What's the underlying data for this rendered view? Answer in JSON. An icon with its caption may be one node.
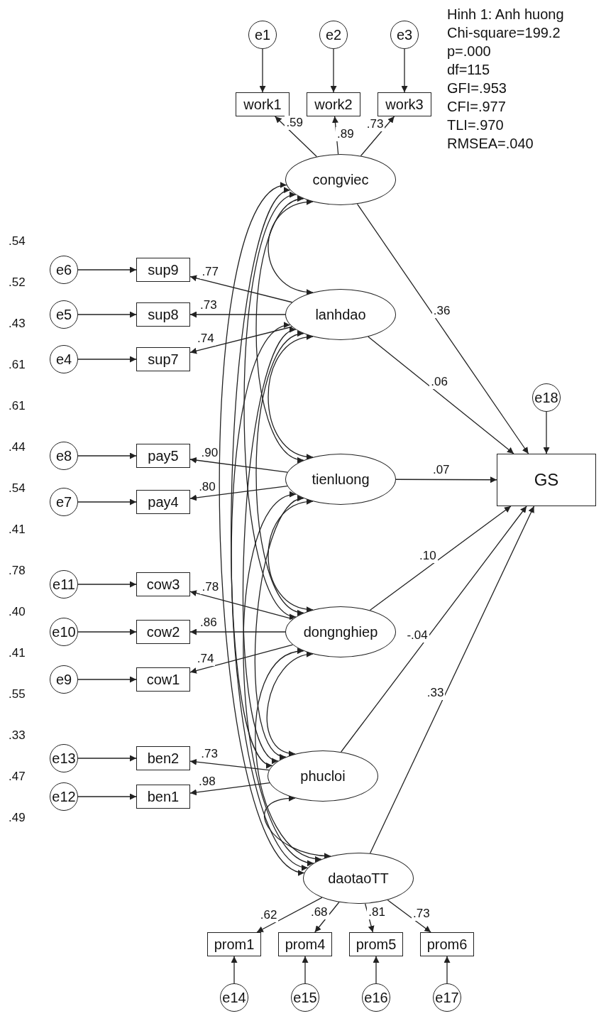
{
  "diagram": {
    "title": "Hinh 1: Anh huong",
    "nodes": [
      {
        "text": [
          "e1"
        ]
      },
      {
        "text": [
          "e2"
        ]
      },
      {
        "text": [
          "e3"
        ]
      },
      {
        "text": [
          "work1"
        ]
      },
      {
        "text": [
          "work2"
        ]
      },
      {
        "text": [
          "work3"
        ]
      },
      {
        "text": [
          "congviec"
        ]
      },
      {
        "text": [
          "e6"
        ]
      },
      {
        "text": [
          "sup9"
        ]
      },
      {
        "text": [
          "e5"
        ]
      },
      {
        "text": [
          "sup8"
        ]
      },
      {
        "text": [
          "e4"
        ]
      },
      {
        "text": [
          "sup7"
        ]
      },
      {
        "text": [
          "lanhdao"
        ]
      },
      {
        "text": [
          "e18"
        ]
      },
      {
        "text": [
          "e8"
        ]
      },
      {
        "text": [
          "pay5"
        ]
      },
      {
        "text": [
          "e7"
        ]
      },
      {
        "text": [
          "pay4"
        ]
      },
      {
        "text": [
          "tienluong"
        ]
      },
      {
        "text": [
          "GS"
        ]
      },
      {
        "text": [
          "e11"
        ]
      },
      {
        "text": [
          "cow3"
        ]
      },
      {
        "text": [
          "e10"
        ]
      },
      {
        "text": [
          "cow2"
        ]
      },
      {
        "text": [
          "e9"
        ]
      },
      {
        "text": [
          "cow1"
        ]
      },
      {
        "text": [
          "dongnghiep"
        ]
      },
      {
        "text": [
          "e13"
        ]
      },
      {
        "text": [
          "ben2"
        ]
      },
      {
        "text": [
          "e12"
        ]
      },
      {
        "text": [
          "ben1"
        ]
      },
      {
        "text": [
          "phucloi"
        ]
      },
      {
        "text": [
          "daotaoTT"
        ]
      },
      {
        "text": [
          "prom1"
        ]
      },
      {
        "text": [
          "prom4"
        ]
      },
      {
        "text": [
          "prom5"
        ]
      },
      {
        "text": [
          "prom6"
        ]
      },
      {
        "text": [
          "e14"
        ]
      },
      {
        "text": [
          "e15"
        ]
      },
      {
        "text": [
          "e16"
        ]
      },
      {
        "text": [
          "e17"
        ]
      }
    ],
    "edges": [
      {
        "from": 0,
        "to": 3,
        "arrow": "to"
      },
      {
        "from": 1,
        "to": 4,
        "arrow": "to"
      },
      {
        "from": 2,
        "to": 5,
        "arrow": "to"
      },
      {
        "from": 7,
        "to": 8,
        "arrow": "to"
      },
      {
        "from": 9,
        "to": 10,
        "arrow": "to"
      },
      {
        "from": 11,
        "to": 12,
        "arrow": "to"
      },
      {
        "from": 14,
        "to": 20,
        "arrow": "to"
      },
      {
        "from": 15,
        "to": 16,
        "arrow": "to"
      },
      {
        "from": 17,
        "to": 18,
        "arrow": "to"
      },
      {
        "from": 21,
        "to": 22,
        "arrow": "to"
      },
      {
        "from": 23,
        "to": 24,
        "arrow": "to"
      },
      {
        "from": 25,
        "to": 26,
        "arrow": "to"
      },
      {
        "from": 28,
        "to": 29,
        "arrow": "to"
      },
      {
        "from": 30,
        "to": 31,
        "arrow": "to"
      },
      {
        "from": 38,
        "to": 34,
        "arrow": "to"
      },
      {
        "from": 39,
        "to": 35,
        "arrow": "to"
      },
      {
        "from": 40,
        "to": 36,
        "arrow": "to"
      },
      {
        "from": 41,
        "to": 37,
        "arrow": "to"
      },
      {
        "from": 6,
        "to": 3,
        "arrow": "to",
        "label": ".59"
      },
      {
        "from": 6,
        "to": 4,
        "arrow": "to",
        "label": ".89"
      },
      {
        "from": 6,
        "to": 5,
        "arrow": "to",
        "label": ".73"
      },
      {
        "from": 13,
        "to": 8,
        "arrow": "to",
        "label": ".77"
      },
      {
        "from": 13,
        "to": 10,
        "arrow": "to",
        "label": ".73"
      },
      {
        "from": 13,
        "to": 12,
        "arrow": "to",
        "label": ".74"
      },
      {
        "from": 19,
        "to": 16,
        "arrow": "to",
        "label": ".90"
      },
      {
        "from": 19,
        "to": 18,
        "arrow": "to",
        "label": ".80"
      },
      {
        "from": 27,
        "to": 22,
        "arrow": "to",
        "label": ".78"
      },
      {
        "from": 27,
        "to": 24,
        "arrow": "to",
        "label": ".86"
      },
      {
        "from": 27,
        "to": 26,
        "arrow": "to",
        "label": ".74"
      },
      {
        "from": 32,
        "to": 29,
        "arrow": "to",
        "label": ".73"
      },
      {
        "from": 32,
        "to": 31,
        "arrow": "to",
        "label": ".98"
      },
      {
        "from": 33,
        "to": 34,
        "arrow": "to",
        "label": ".62"
      },
      {
        "from": 33,
        "to": 35,
        "arrow": "to",
        "label": ".68"
      },
      {
        "from": 33,
        "to": 36,
        "arrow": "to",
        "label": ".81"
      },
      {
        "from": 33,
        "to": 37,
        "arrow": "to",
        "label": ".73"
      },
      {
        "from": 6,
        "to": 20,
        "arrow": "to",
        "label": ".36"
      },
      {
        "from": 13,
        "to": 20,
        "arrow": "to",
        "label": ".06"
      },
      {
        "from": 19,
        "to": 20,
        "arrow": "to",
        "label": ".07"
      },
      {
        "from": 27,
        "to": 20,
        "arrow": "to",
        "label": ".10"
      },
      {
        "from": 32,
        "to": 20,
        "arrow": "to",
        "label": "-.04"
      },
      {
        "from": 33,
        "to": 20,
        "arrow": "to",
        "label": ".33"
      },
      {
        "from": 6,
        "to": 13,
        "arrow": "both"
      },
      {
        "from": 6,
        "to": 19,
        "arrow": "both"
      },
      {
        "from": 6,
        "to": 27,
        "arrow": "both"
      },
      {
        "from": 6,
        "to": 32,
        "arrow": "both"
      },
      {
        "from": 6,
        "to": 33,
        "arrow": "both"
      },
      {
        "from": 13,
        "to": 19,
        "arrow": "both"
      },
      {
        "from": 13,
        "to": 27,
        "arrow": "both"
      },
      {
        "from": 13,
        "to": 32,
        "arrow": "both"
      },
      {
        "from": 13,
        "to": 33,
        "arrow": "both"
      },
      {
        "from": 19,
        "to": 27,
        "arrow": "both"
      },
      {
        "from": 19,
        "to": 32,
        "arrow": "both"
      },
      {
        "from": 19,
        "to": 33,
        "arrow": "both"
      },
      {
        "from": 27,
        "to": 32,
        "arrow": "both"
      },
      {
        "from": 27,
        "to": 33,
        "arrow": "both"
      },
      {
        "from": 32,
        "to": 33,
        "arrow": "both"
      }
    ],
    "labels": [
      "Chi-square=199.2",
      "p=.000",
      "df=115",
      "GFI=.953",
      "CFI=.977",
      "TLI=.970",
      "RMSEA=.040",
      ".54",
      ".52",
      ".43",
      ".61",
      ".61",
      ".44",
      ".54",
      ".41",
      ".78",
      ".40",
      ".41",
      ".55",
      ".33",
      ".47",
      ".49"
    ]
  }
}
